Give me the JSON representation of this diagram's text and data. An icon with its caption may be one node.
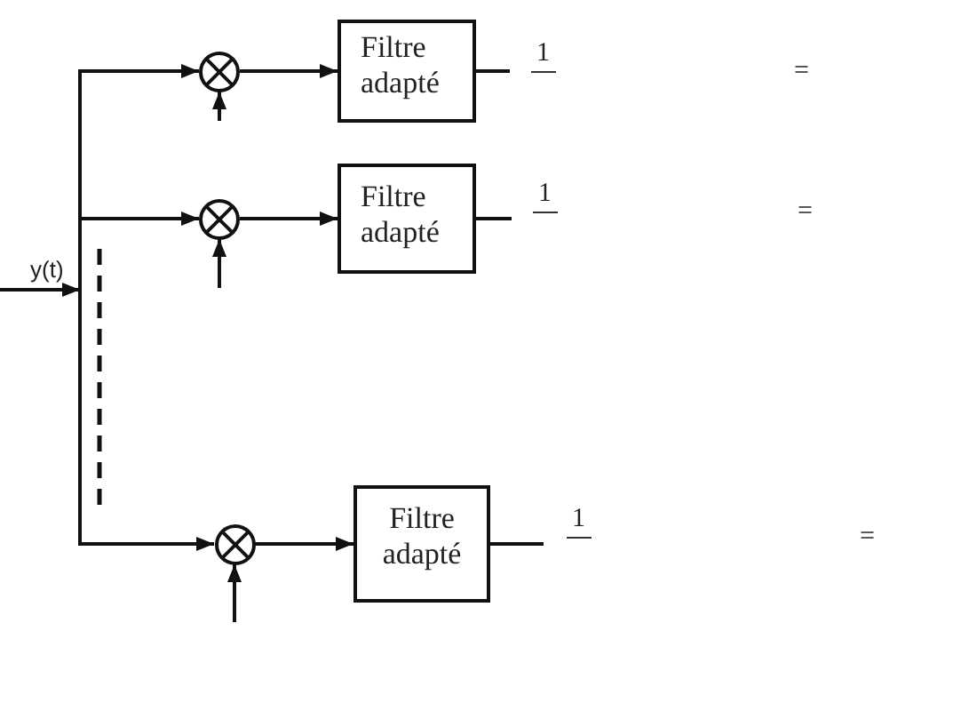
{
  "diagram": {
    "nodes": [
      {
        "text": [],
        "shape": "circle"
      },
      {
        "text": [
          "Filtre adapté"
        ]
      },
      {
        "text": [],
        "shape": "circle"
      },
      {
        "text": [
          "Filtre adapté"
        ]
      },
      {
        "text": [],
        "shape": "circle"
      },
      {
        "text": [
          "Filtre adapté"
        ]
      }
    ],
    "edges": [
      {
        "from": null,
        "to": 0,
        "arrow": "to"
      },
      {
        "from": null,
        "to": 2,
        "arrow": "to"
      },
      {
        "from": null,
        "to": 4,
        "arrow": "to"
      },
      {
        "from": null,
        "to": 0,
        "arrow": "to"
      },
      {
        "from": 0,
        "to": 1,
        "arrow": "to"
      },
      {
        "from": 1,
        "to": null,
        "arrow": "none"
      },
      {
        "from": null,
        "to": 2,
        "arrow": "to"
      },
      {
        "from": 2,
        "to": 3,
        "arrow": "to"
      },
      {
        "from": 3,
        "to": null,
        "arrow": "none"
      },
      {
        "from": null,
        "to": 4,
        "arrow": "to"
      },
      {
        "from": 4,
        "to": 5,
        "arrow": "to"
      },
      {
        "from": 5,
        "to": null,
        "arrow": "none"
      }
    ],
    "labels": [
      "1",
      "=",
      "1",
      "=",
      "y(t)",
      "1",
      "="
    ]
  }
}
